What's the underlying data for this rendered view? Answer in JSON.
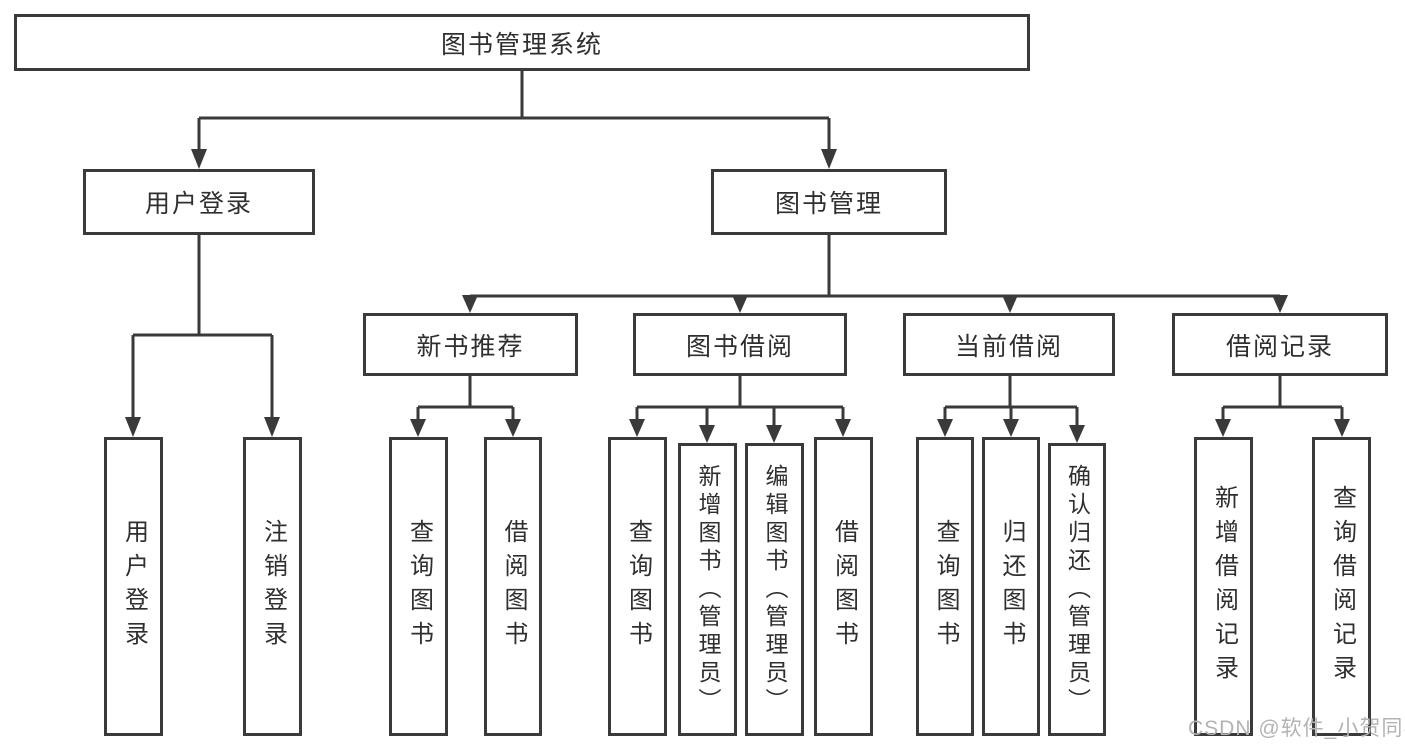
{
  "diagram": {
    "title": "图书管理系统",
    "type": "hierarchy-tree",
    "hierarchy": {
      "图书管理系统": {
        "用户登录": [
          "用户登录",
          "注销登录"
        ],
        "图书管理": {
          "新书推荐": [
            "查询图书",
            "借阅图书"
          ],
          "图书借阅": [
            "查询图书",
            "新增图书（管理员）",
            "编辑图书（管理员）",
            "借阅图书"
          ],
          "当前借阅": [
            "查询图书",
            "归还图书",
            "确认归还（管理员）"
          ],
          "借阅记录": [
            "新增借阅记录",
            "查询借阅记录"
          ]
        }
      }
    }
  },
  "nodes": {
    "root": "图书管理系统",
    "user_login": "用户登录",
    "book_management": "图书管理",
    "new_book_recommend": "新书推荐",
    "book_borrowing": "图书借阅",
    "current_borrowing": "当前借阅",
    "borrowing_records": "借阅记录",
    "login": "用户登录",
    "logout": "注销登录",
    "nb_query_books": "查询图书",
    "nb_borrow_books": "借阅图书",
    "bb_query_books": "查询图书",
    "bb_add_books_admin": "新增图书（管理员）",
    "bb_edit_books_admin": "编辑图书（管理员）",
    "bb_borrow_books": "借阅图书",
    "cb_query_books": "查询图书",
    "cb_return_books": "归还图书",
    "cb_confirm_return_admin": "确认归还（管理员）",
    "br_add_record": "新增借阅记录",
    "br_query_record": "查询借阅记录"
  },
  "watermark": "CSDN @软件_小贺同学",
  "colors": {
    "line": "#3a3a3a",
    "text": "#2f2f2f",
    "box_background": "#ffffff",
    "watermark": "#b3b3b3"
  }
}
